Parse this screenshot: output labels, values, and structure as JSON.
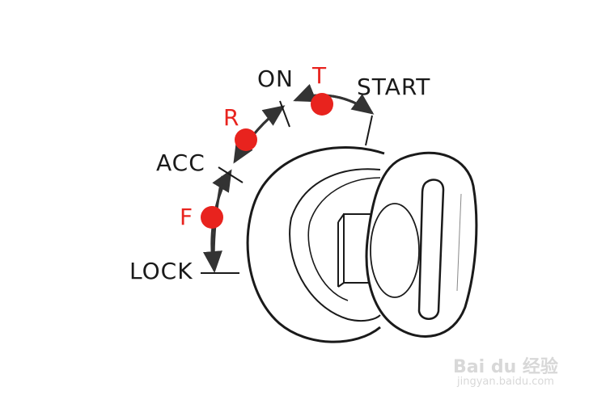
{
  "labels": {
    "lock": "LOCK",
    "f": "F",
    "acc": "ACC",
    "r": "R",
    "on": "ON",
    "t": "T",
    "start": "START"
  },
  "watermark": {
    "brand": "Bai du 经验",
    "url": "jingyan.baidu.com"
  },
  "colors": {
    "marker": "#e8231e",
    "line": "#1a1a1a"
  }
}
